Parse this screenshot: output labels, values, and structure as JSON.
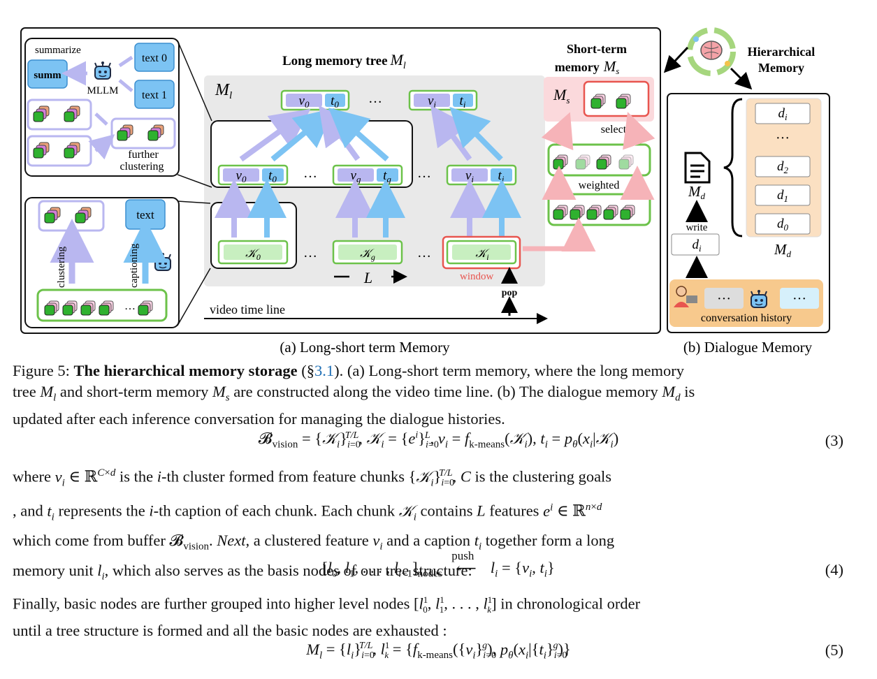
{
  "figure": {
    "panel_a": {
      "long_tree_title": "Long memory tree",
      "long_tree_symbol": "M",
      "long_tree_sub": "l",
      "gray_label": "M",
      "short_title_1": "Short-term",
      "short_title_2": "memory",
      "short_symbol": "M",
      "short_sub": "s",
      "summarize": "summarize",
      "summ": "summ",
      "mllm": "MLLM",
      "text0": "text 0",
      "text1": "text 1",
      "further": "further",
      "clustering_label": "clustering",
      "text_box": "text",
      "clustering_vert": "clustering",
      "captioning_vert": "captioning",
      "ellipsis": "…",
      "v0": "v",
      "v0_sub": "0",
      "t0": "t",
      "t0_sub": "0",
      "vi": "v",
      "vi_sub": "i",
      "ti": "t",
      "ti_sub": "i",
      "vg": "v",
      "vg_sub": "g",
      "tg": "t",
      "tg_sub": "g",
      "k0": "𝒦",
      "k0_sub": "0",
      "kg": "𝒦",
      "kg_sub": "g",
      "ki": "𝒦",
      "ki_sub": "i",
      "L": "L",
      "window": "window",
      "pop": "pop",
      "video_time_line": "video time line",
      "select": "select",
      "weighted": "weighted",
      "caption": "(a) Long-short term Memory"
    },
    "panel_b": {
      "title_1": "Hierarchical",
      "title_2": "Memory",
      "di": "d",
      "di_sub": "i",
      "dots": "···",
      "d2": "d",
      "d2_sub": "2",
      "d1": "d",
      "d1_sub": "1",
      "d0": "d",
      "d0_sub": "0",
      "md": "M",
      "md_sub": "d",
      "write": "write",
      "conv_history": "conversation history",
      "caption": "(b) Dialogue Memory"
    },
    "colors": {
      "green": "#6cc24a",
      "purple": "#b9b7f0",
      "blue": "#7cc3f3",
      "red": "#e8554f",
      "pink_bg": "#fbd9dc",
      "gray_bg": "#e9e9e9",
      "orange_bg": "#fbe0c2"
    }
  },
  "figure_caption": {
    "prefix": "Figure 5: ",
    "bold": "The hierarchical memory storage",
    "ref_open": " (§",
    "ref": "3.1",
    "rest1": "). (a) Long-short term memory, where the long memory",
    "line2": "tree M_l and short-term memory M_s are constructed along the video time line. (b) The dialogue memory M_d is",
    "line3": "updated after each inference conversation for managing the dialogue histories."
  },
  "eq3": {
    "text": "𝓑vision = {𝒦i}i=0T/L, 𝒦i = {ei}i=0L, vi = fk-means(𝒦i), ti = pθ(xi|𝒦i)",
    "num": "(3)"
  },
  "body1": {
    "l1": "where vi ∈ ℝC×d is the i-th cluster formed from feature chunks {𝒦i}i=0T/L, C is the clustering goals",
    "l2": ", and ti represents the i-th caption of each chunk. Each chunk 𝒦i contains L features ei ∈ ℝn×d",
    "l3": "which come from buffer 𝓑vision. Next, a clustered feature vi and a caption ti together form a long",
    "l4": "memory unit li, which also serves as the basis nodes of our tree structure:"
  },
  "eq4": {
    "push": "push",
    "num": "(4)"
  },
  "body2": {
    "l1": "Finally, basic nodes are further grouped into higher level nodes [l1_0, l1_1, . . . , l1_k] in chronological order",
    "l2": "until a tree structure is formed and all the basic nodes are exhausted :"
  },
  "eq5": {
    "num": "(5)"
  }
}
